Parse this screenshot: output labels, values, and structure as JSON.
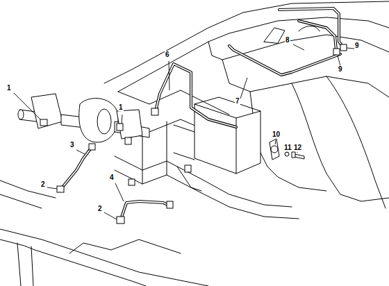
{
  "diagram": {
    "labels": [
      "1",
      "1",
      "6",
      "8",
      "9",
      "9",
      "7",
      "3",
      "10",
      "11",
      "12",
      "4",
      "2",
      "2"
    ]
  }
}
